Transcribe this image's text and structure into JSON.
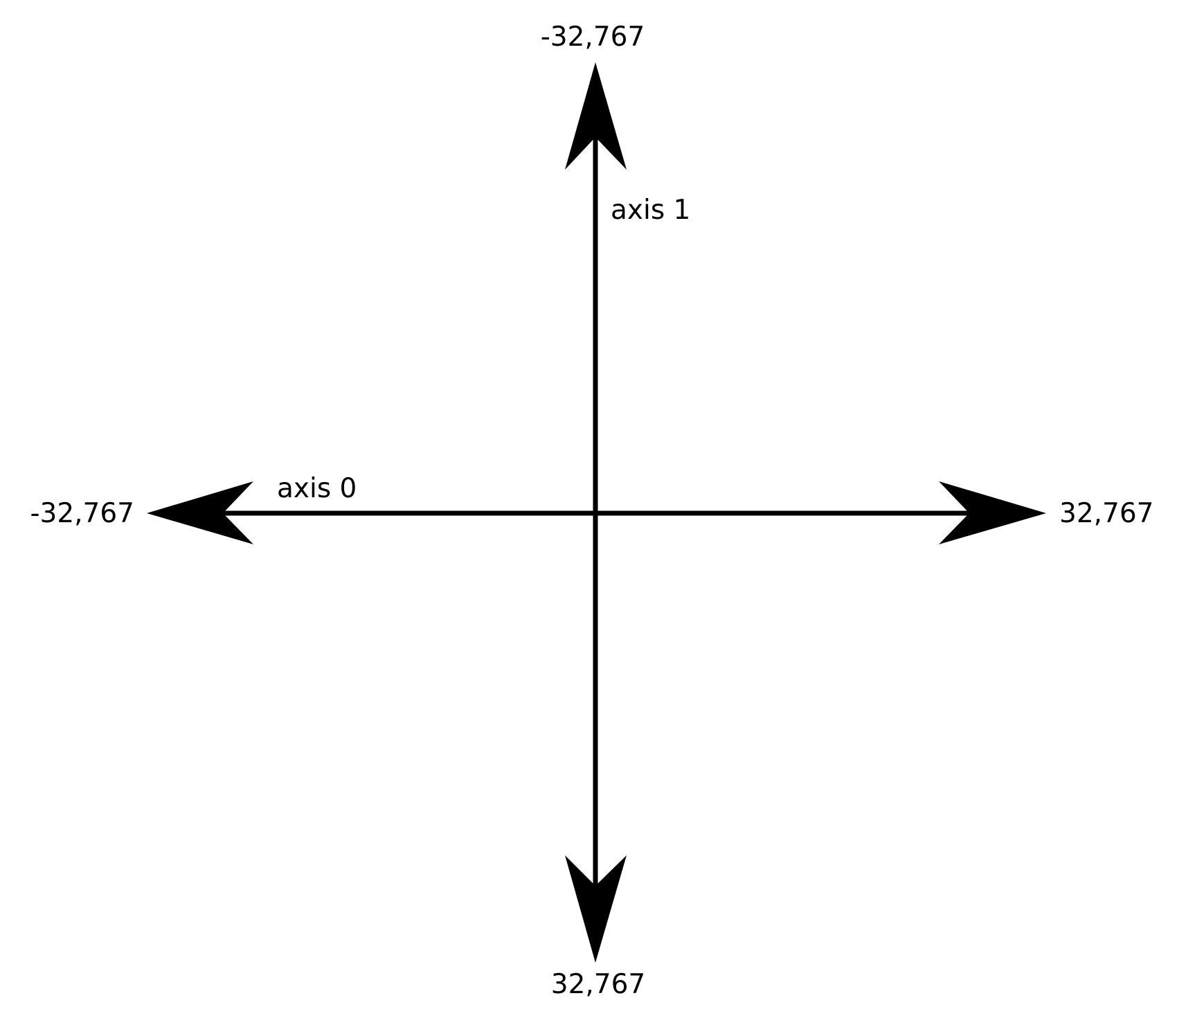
{
  "diagram": {
    "colors": {
      "stroke": "#000000",
      "background": "#ffffff"
    },
    "axis0": {
      "label": "axis 0",
      "min_label": "-32,767",
      "max_label": "32,767"
    },
    "axis1": {
      "label": "axis 1",
      "min_label": "-32,767",
      "max_label": "32,767"
    }
  }
}
